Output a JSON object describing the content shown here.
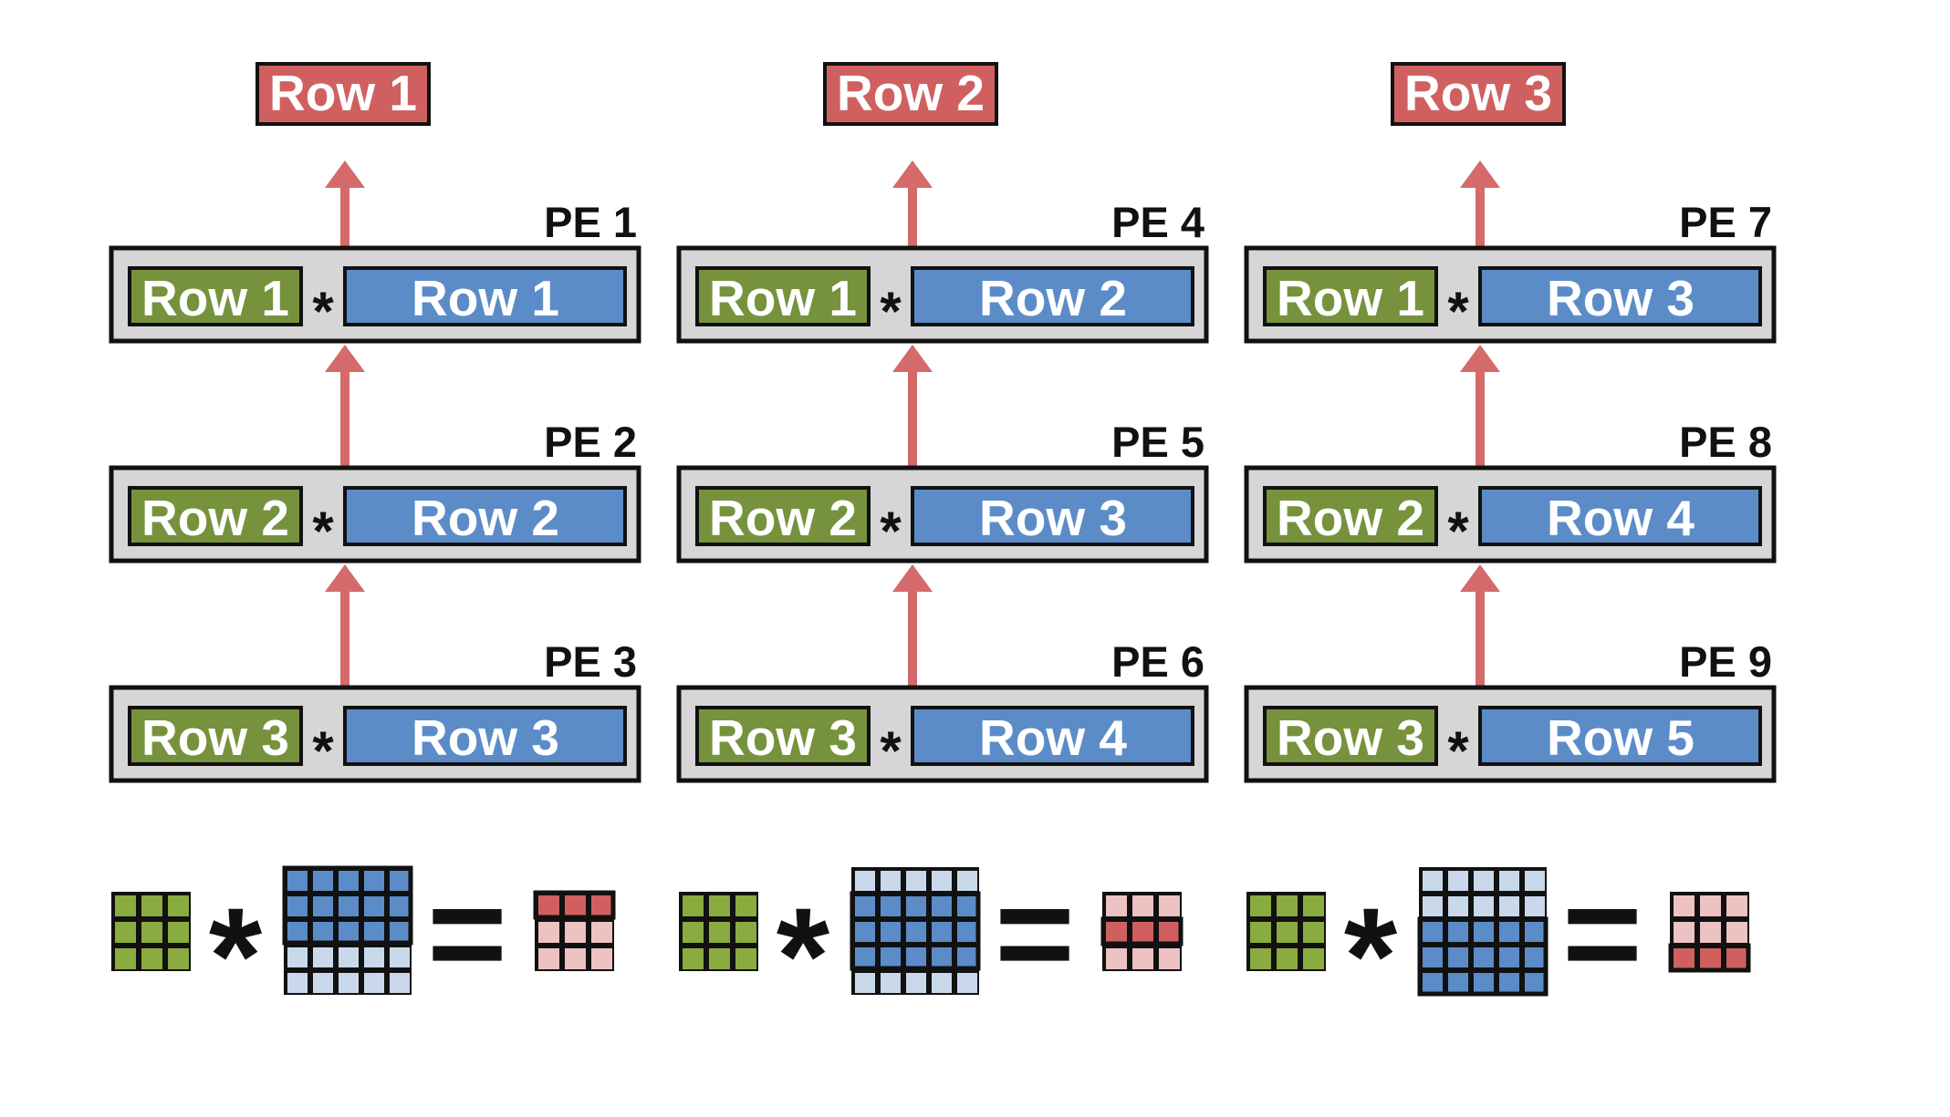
{
  "columns": [
    {
      "output_label": "Row 1",
      "pes": [
        {
          "name": "PE 1",
          "filter_row": "Row 1",
          "input_row": "Row 1"
        },
        {
          "name": "PE 2",
          "filter_row": "Row 2",
          "input_row": "Row 2"
        },
        {
          "name": "PE 3",
          "filter_row": "Row 3",
          "input_row": "Row 3"
        }
      ],
      "equation": {
        "input_highlight_rows": [
          0,
          1,
          2
        ],
        "output_highlight_row": 0
      }
    },
    {
      "output_label": "Row 2",
      "pes": [
        {
          "name": "PE 4",
          "filter_row": "Row 1",
          "input_row": "Row 2"
        },
        {
          "name": "PE 5",
          "filter_row": "Row 2",
          "input_row": "Row 3"
        },
        {
          "name": "PE 6",
          "filter_row": "Row 3",
          "input_row": "Row 4"
        }
      ],
      "equation": {
        "input_highlight_rows": [
          1,
          2,
          3
        ],
        "output_highlight_row": 1
      }
    },
    {
      "output_label": "Row 3",
      "pes": [
        {
          "name": "PE 7",
          "filter_row": "Row 1",
          "input_row": "Row 3"
        },
        {
          "name": "PE 8",
          "filter_row": "Row 2",
          "input_row": "Row 4"
        },
        {
          "name": "PE 9",
          "filter_row": "Row 3",
          "input_row": "Row 5"
        }
      ],
      "equation": {
        "input_highlight_rows": [
          2,
          3,
          4
        ],
        "output_highlight_row": 2
      }
    }
  ],
  "operators": {
    "multiply": "*",
    "equals": "="
  },
  "colors": {
    "filter_green": "#76923c",
    "filter_green_cell": "#8aab3f",
    "input_blue": "#5b8cc8",
    "input_blue_light": "#c9d8ea",
    "output_red": "#d06060",
    "output_red_light": "#ecc2c2",
    "pe_gray": "#d6d6d6",
    "arrow_red": "#d46a6a",
    "outline": "#111111"
  },
  "matrix_sizes": {
    "filter": 3,
    "input": 5,
    "output": 3
  }
}
